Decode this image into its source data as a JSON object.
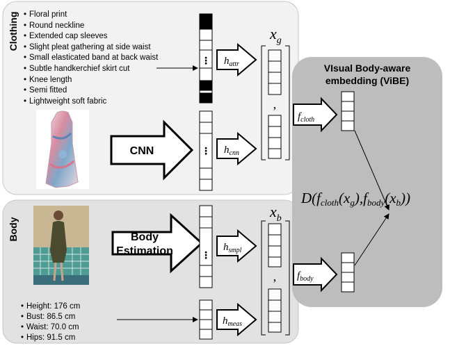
{
  "clothing": {
    "label": "Clothing",
    "attributes": [
      "Floral print",
      "Round neckline",
      "Extended cap sleeves",
      "Slight pleat gathering at side waist",
      "Small elasticated band at back waist",
      "Subtle handkerchief skirt cut",
      "Knee length",
      "Semi fitted",
      "Lightweight soft fabric"
    ],
    "cnn_label": "CNN",
    "h_attr": "h",
    "h_attr_sub": "attr",
    "h_cnn": "h",
    "h_cnn_sub": "cnn",
    "xg": "x",
    "xg_sub": "g"
  },
  "body": {
    "label": "Body",
    "estimation_label_1": "Body",
    "estimation_label_2": "Estimation",
    "measurements": [
      "Height: 176 cm",
      "Bust: 86.5 cm",
      "Waist: 70.0 cm",
      "Hips: 91.5 cm"
    ],
    "h_smpl": "h",
    "h_smpl_sub": "smpl",
    "h_meas": "h",
    "h_meas_sub": "meas",
    "xb": "x",
    "xb_sub": "b"
  },
  "vibe": {
    "title_1": "VIsual Body-aware",
    "title_2": "embedding (ViBE)",
    "f_cloth": "f",
    "f_cloth_sub": "cloth",
    "f_body": "f",
    "f_body_sub": "body",
    "distance": {
      "D": "D(",
      "f1": "f",
      "f1_sub": "cloth",
      "arg1_open": "(x",
      "arg1_sub": "g",
      "arg1_close": "),",
      "f2": "f",
      "f2_sub": "body",
      "arg2_open": "(x",
      "arg2_sub": "b",
      "arg2_close": "))"
    }
  },
  "separators": {
    "dots": "⋮",
    "comma": ","
  },
  "colors": {
    "panel_light": "#f2f2f2",
    "panel_mid": "#e2e2e2",
    "panel_dark": "#bdbdbd",
    "line": "#000000"
  }
}
